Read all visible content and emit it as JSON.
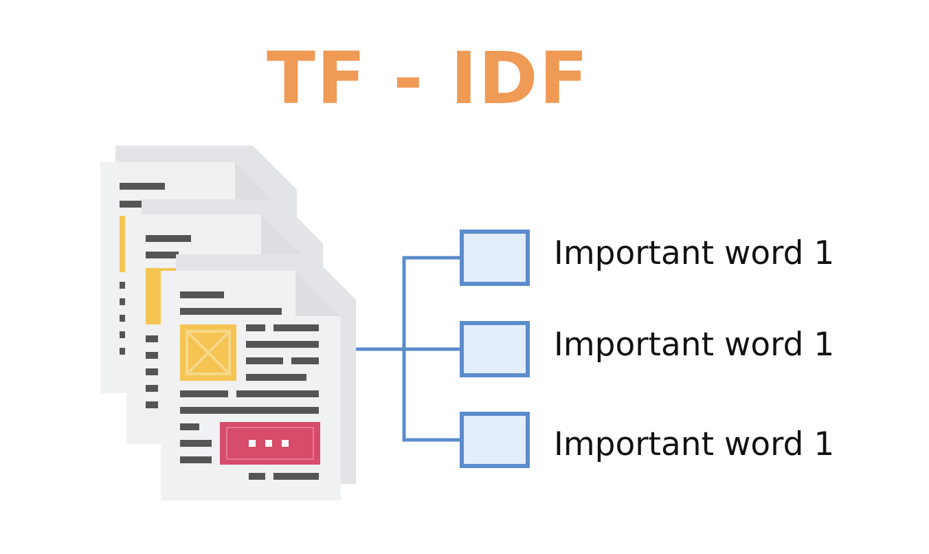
{
  "title": {
    "text": "TF - IDF",
    "color": "#ef9a55"
  },
  "words": [
    {
      "label": "Important word 1"
    },
    {
      "label": "Important word 1"
    },
    {
      "label": "Important word 1"
    }
  ],
  "colors": {
    "page_fill": "#f0f1f3",
    "page_fold": "#dcdee1",
    "text_line": "#555555",
    "image_placeholder": "#f5c453",
    "image_placeholder_border": "#f7d98b",
    "button_fill": "#d74b6b",
    "connector": "#5b8ccb",
    "box_fill": "#e3edfb",
    "box_stroke": "#5b8ccb"
  },
  "icons": {
    "documents": "document-stack-icon",
    "image": "image-placeholder-icon",
    "button": "more-button-icon"
  }
}
